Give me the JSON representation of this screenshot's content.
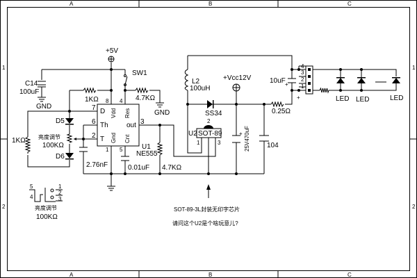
{
  "frame": {
    "cols": [
      "A",
      "B",
      "C"
    ],
    "rows": [
      "1",
      "2"
    ]
  },
  "power": {
    "v5": "+5V",
    "vcc": "+Vcc12V",
    "gnd": "GND"
  },
  "components": {
    "c14_name": "C14",
    "c14_val": "100uF",
    "sw1": "SW1",
    "r1": "1KΩ",
    "r2": "4.7KΩ",
    "r3": "1KΩ",
    "r4": "4.7KΩ",
    "r5": "0.25Ω",
    "d5": "D5",
    "d6": "D6",
    "pot_name": "亮度调节",
    "pot_val": "100KΩ",
    "c_t": "2.76nF",
    "c_cnt": "0.01uF",
    "u1_name": "U1",
    "u1_part": "NE555",
    "u1_pins": {
      "d": "D",
      "th": "Th",
      "t": "T",
      "vdd": "Vdd",
      "res": "Res",
      "out": "out",
      "gnd": "Gnd",
      "cnt": "Cnt",
      "p7": "7",
      "p6": "6",
      "p2": "2",
      "p8": "8",
      "p4": "4",
      "p3": "3",
      "p1": "1",
      "p5": "5"
    },
    "l2_name": "L2",
    "l2_val": "100uH",
    "diode": "SS34",
    "u2_name": "U2",
    "u2_part": "SOT-89",
    "u2_p1": "1",
    "u2_p2": "2",
    "u2_p3": "3",
    "c_bulk": "25V470uF",
    "c_104": "104",
    "c_out": "10uF",
    "plus": "+",
    "conn_pins": [
      "4",
      "3",
      "2",
      "1"
    ],
    "led": "LED",
    "pot2_pins": [
      "5",
      "4",
      "1",
      "2",
      "3"
    ],
    "pot2_name": "亮度调节",
    "pot2_val": "100KΩ"
  },
  "annotation": {
    "line1": "SOT-89-3L封装无印字芯片",
    "line2": "请问这个U2是个啥玩意儿?"
  }
}
